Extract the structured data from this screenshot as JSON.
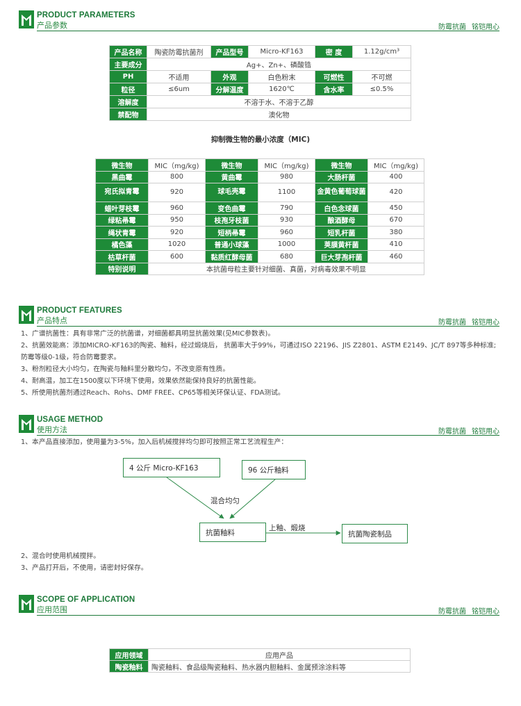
{
  "slogan": [
    "防霉抗菌",
    "铭铠用心"
  ],
  "sections": {
    "params": {
      "en": "PRODUCT PARAMETERS",
      "cn": "产品参数"
    },
    "features": {
      "en": "PRODUCT FEATURES",
      "cn": "产品特点"
    },
    "usage": {
      "en": "USAGE METHOD",
      "cn": "使用方法"
    },
    "scope": {
      "en": "SCOPE OF APPLICATION",
      "cn": "应用范围"
    }
  },
  "params": {
    "row1": {
      "k1": "产品名称",
      "v1": "陶瓷防霉抗菌剂",
      "k2": "产品型号",
      "v2": "Micro-KF163",
      "k3": "密 度",
      "v3": "1.12g/cm³"
    },
    "row2": {
      "k": "主要成分",
      "v": "Ag+、Zn+、磷酸锆"
    },
    "row3": {
      "k1": "PH",
      "v1": "不适用",
      "k2": "外观",
      "v2": "白色粉末",
      "k3": "可燃性",
      "v3": "不可燃"
    },
    "row4": {
      "k1": "粒径",
      "v1": "≤6um",
      "k2": "分解温度",
      "v2": "1620℃",
      "k3": "含水率",
      "v3": "≤0.5%"
    },
    "row5": {
      "k": "溶解度",
      "v": "不溶于水、不溶于乙醇"
    },
    "row6": {
      "k": "禁配物",
      "v": "澳化物"
    }
  },
  "mic": {
    "caption": "抑制微生物的最小浓度（MIC)",
    "head": {
      "organism": "微生物",
      "unit": "MIC（mg/kg)"
    },
    "rows": [
      [
        [
          "黑曲霉",
          "800"
        ],
        [
          "黄曲霉",
          "980"
        ],
        [
          "大肠杆菌",
          "400"
        ]
      ],
      [
        [
          "宛氏拟青霉",
          "920"
        ],
        [
          "球毛壳霉",
          "1100"
        ],
        [
          "金黄色葡萄球菌",
          "420"
        ]
      ],
      [
        [
          "蜡叶芽枝霉",
          "960"
        ],
        [
          "变色曲霉",
          "790"
        ],
        [
          "白色念球菌",
          "450"
        ]
      ],
      [
        [
          "绿粘帚霉",
          "950"
        ],
        [
          "枝孢牙枝菌",
          "930"
        ],
        [
          "酿酒酵母",
          "670"
        ]
      ],
      [
        [
          "绳状青霉",
          "920"
        ],
        [
          "短柄帚霉",
          "960"
        ],
        [
          "短乳杆菌",
          "380"
        ]
      ],
      [
        [
          "橘色藻",
          "1020"
        ],
        [
          "普通小球藻",
          "1000"
        ],
        [
          "荚膜黄杆菌",
          "410"
        ]
      ],
      [
        [
          "枯草杆菌",
          "600"
        ],
        [
          "黏质红酵母菌",
          "680"
        ],
        [
          "巨大芽孢杆菌",
          "460"
        ]
      ]
    ],
    "note_label": "特别说明",
    "note": "本抗菌母粒主要针对细菌、真菌，对病毒效果不明显"
  },
  "features": {
    "f1": "1、广谱抗菌性：具有非常广泛的抗菌谱，对细菌都具明显抗菌效果(见MIC参数表)。",
    "f2a": "2、抗菌效能高：添加MICRO-KF163的陶瓷、釉料，经过煅烧后， 抗菌率大于99%，可通过ISO 22196、JIS Z2801、ASTM E2149、JC/T 897等多种标准;",
    "f2b": "防霉等级0-1级，符合防霉要求。",
    "f3": "3、粉剂粒径大小均匀，在陶瓷与釉料里分散均匀，不改变原有性质。",
    "f4": "4、耐高温，加工在1500度以下环境下使用，效果依然能保持良好的抗菌性能。",
    "f5": "5、所使用抗菌剂通过Reach、Rohs、DMF FREE、CP65等相关环保认证、FDA测试。"
  },
  "usage": {
    "intro": "1、本产品直接添加，使用量为3-5%，加入后机械搅拌均匀即可按照正常工艺流程生产：",
    "box1": "4 公斤 Micro-KF163",
    "box2": "96 公斤釉料",
    "mix_label": "混合均匀",
    "box3": "抗菌釉料",
    "arrow_label": "上釉、煅烧",
    "box4": "抗菌陶瓷制品",
    "note2": "2、混合时使用机械搅拌。",
    "note3": "3、产品打开后，不使用，请密封好保存。"
  },
  "scope": {
    "h1": "应用领域",
    "h2": "应用产品",
    "k": "陶瓷釉料",
    "v": "陶瓷釉料、食品级陶瓷釉料、热水器内胆釉料、金属预涂涂料等"
  },
  "colors": {
    "green": "#1e8b38",
    "dark_green": "#1d7a3a"
  }
}
